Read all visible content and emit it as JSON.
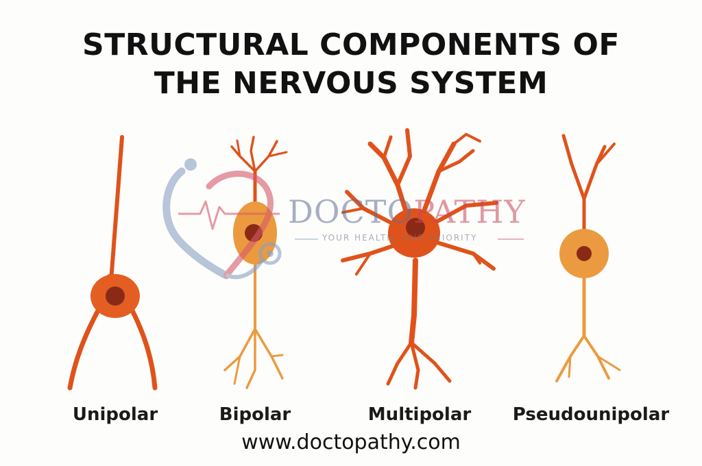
{
  "title": {
    "line1": "STRUCTURAL COMPONENTS OF",
    "line2": "THE NERVOUS SYSTEM"
  },
  "neurons": [
    {
      "label": "Unipolar"
    },
    {
      "label": "Bipolar"
    },
    {
      "label": "Multipolar"
    },
    {
      "label": "Pseudounipolar"
    }
  ],
  "watermark": {
    "brand_part1": "DOCTO",
    "brand_part2": "PATHY",
    "tagline": "YOUR HEALTH, OUR PRIORITY"
  },
  "footer": {
    "url": "www.doctopathy.com"
  },
  "colors": {
    "dark_orange": "#e0521b",
    "light_orange": "#eb9a3f",
    "nucleus": "#8a2a16",
    "title_text": "#111111"
  }
}
